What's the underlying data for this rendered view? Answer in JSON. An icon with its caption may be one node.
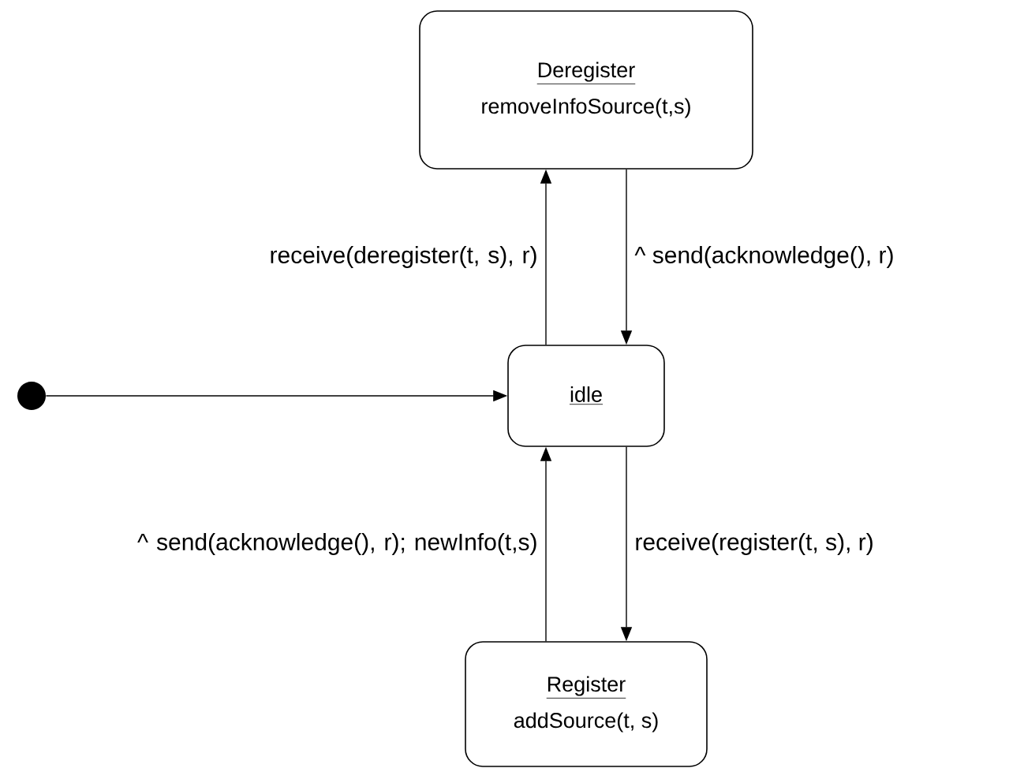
{
  "diagram": {
    "nodes": [
      {
        "text": [
          "Deregister",
          "removeInfoSource(t,s)"
        ]
      },
      {
        "text": [],
        "shape": "circle"
      },
      {
        "text": [
          "idle"
        ]
      },
      {
        "text": [
          "Register",
          "addSource(t, s)"
        ]
      }
    ],
    "edges": [
      {
        "from": 1,
        "to": 2,
        "arrow": "to"
      },
      {
        "from": 2,
        "to": 0,
        "arrow": "to",
        "label": "receive(deregister(t, s), r)"
      },
      {
        "from": 0,
        "to": 2,
        "arrow": "to",
        "label": "^ send(acknowledge(), r)"
      },
      {
        "from": 3,
        "to": 2,
        "arrow": "to",
        "label": "^ send(acknowledge(), r); newInfo(t,s)"
      },
      {
        "from": 2,
        "to": 3,
        "arrow": "to",
        "label": "receive(register(t, s), r)"
      }
    ]
  }
}
